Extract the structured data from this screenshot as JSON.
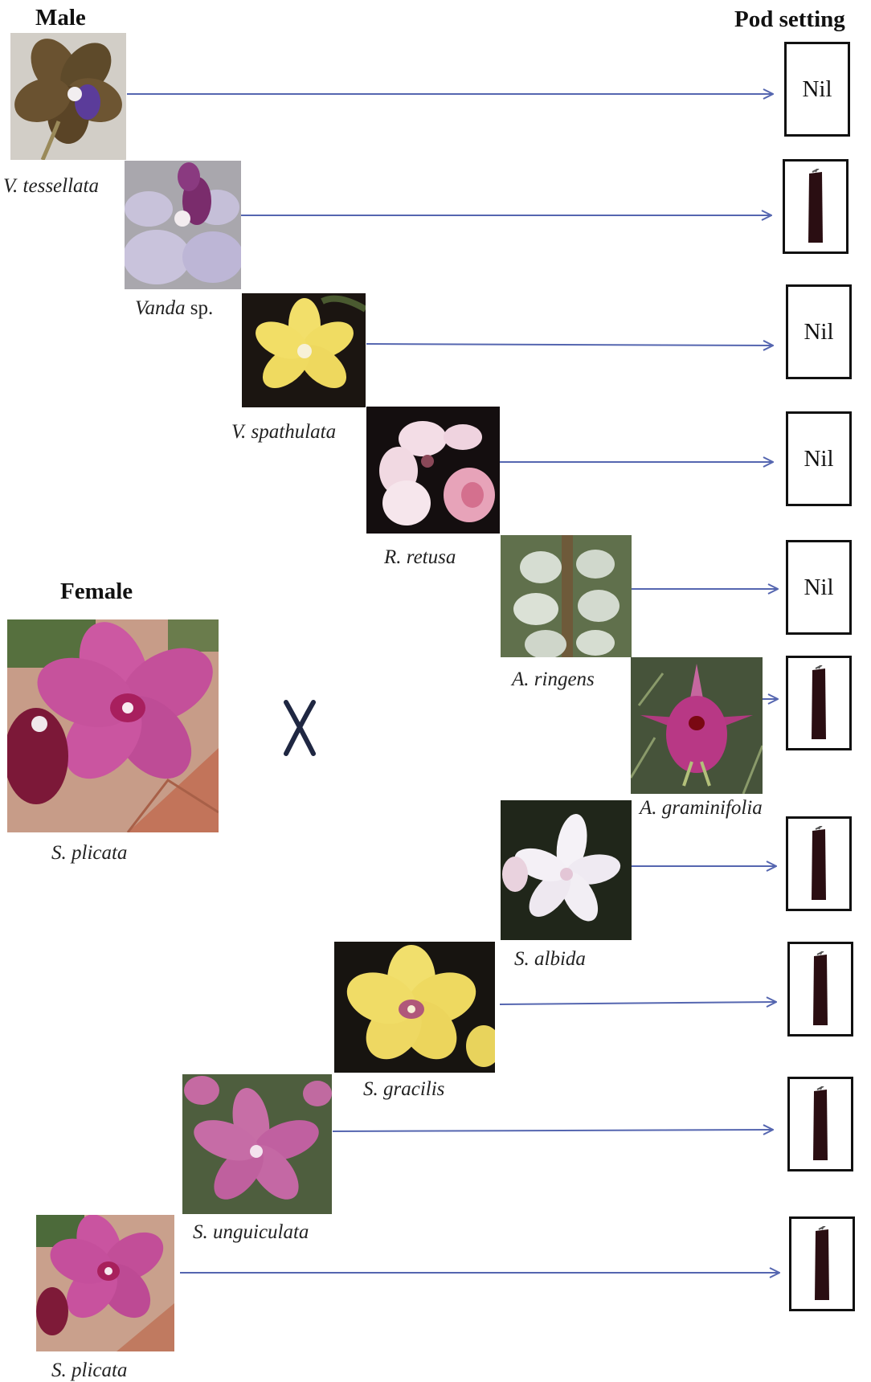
{
  "headings": {
    "male": "Male",
    "female": "Female",
    "pod_setting": "Pod setting"
  },
  "cross_symbol": "X",
  "female": {
    "label": "S. plicata"
  },
  "crosses": [
    {
      "species": "V. tessellata",
      "pod": "Nil"
    },
    {
      "species": "Vanda",
      "species_suffix": "sp.",
      "pod": "pod"
    },
    {
      "species": "V. spathulata",
      "pod": "Nil"
    },
    {
      "species": "R. retusa",
      "pod": "Nil"
    },
    {
      "species": "A. ringens",
      "pod": "Nil"
    },
    {
      "species": "A. graminifolia",
      "pod": "pod"
    },
    {
      "species": "S. albida",
      "pod": "pod"
    },
    {
      "species": "S. gracilis",
      "pod": "pod"
    },
    {
      "species": "S. unguiculata",
      "pod": "pod"
    },
    {
      "species": "S. plicata",
      "pod": "pod"
    }
  ],
  "colors": {
    "arrow": "#5566b0",
    "box_border": "#111111",
    "pod": "#2a0e12"
  }
}
